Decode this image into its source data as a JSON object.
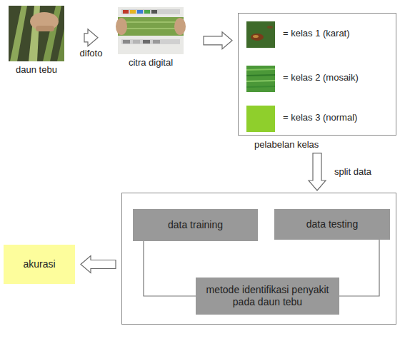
{
  "diagram": {
    "nodes": [
      {
        "text": [
          "daun tebu"
        ]
      },
      {
        "text": [
          "citra digital"
        ]
      },
      {
        "text": [
          "= kelas 1 (karat)",
          "= kelas 2 (mosaik)",
          "= kelas 3 (normal)",
          "pelabelan kelas"
        ]
      },
      {
        "text": []
      },
      {
        "text": [
          "data training"
        ],
        "in": 3
      },
      {
        "text": [
          "data testing"
        ],
        "in": 3
      },
      {
        "text": [
          "metode identifikasi penyakit pada daun tebu"
        ],
        "in": 3
      },
      {
        "text": [
          "akurasi"
        ]
      }
    ],
    "edges": [
      {
        "from": 0,
        "to": 1,
        "arrow": "to",
        "label": "difoto"
      },
      {
        "from": 1,
        "to": 2,
        "arrow": "to"
      },
      {
        "from": 2,
        "to": 3,
        "arrow": "to",
        "label": "split data"
      },
      {
        "from": 4,
        "to": 6,
        "arrow": "none"
      },
      {
        "from": 5,
        "to": 6,
        "arrow": "none"
      },
      {
        "from": 3,
        "to": 7,
        "arrow": "to"
      }
    ]
  }
}
